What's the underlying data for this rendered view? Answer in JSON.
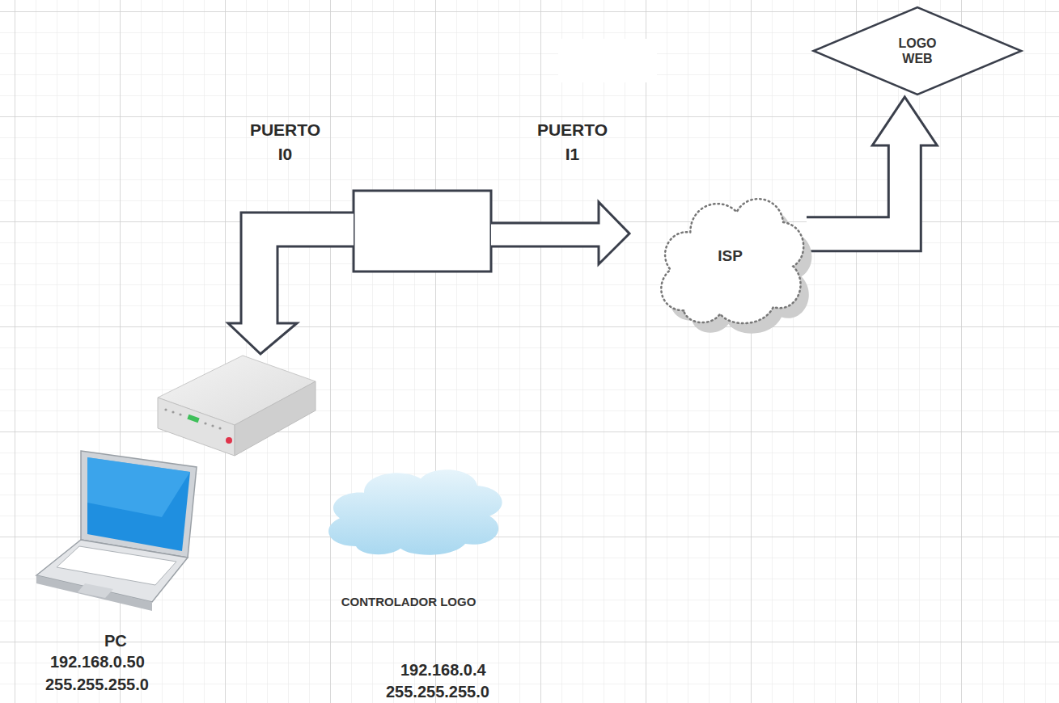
{
  "diagram": {
    "nodes": [
      {
        "text": [
          "LOGO WEB"
        ]
      },
      {
        "text": [
          "ISP"
        ]
      },
      {
        "text": [
          "CONTROLADOR LOGO"
        ]
      }
    ],
    "edges": [
      {
        "from": 1,
        "to": 0,
        "arrow": "to"
      }
    ],
    "labels": [
      "PUERTO I0",
      "PUERTO I1",
      "PC",
      "192.168.0.50",
      "255.255.255.0",
      "192.168.0.4",
      "255.255.255.0"
    ]
  }
}
